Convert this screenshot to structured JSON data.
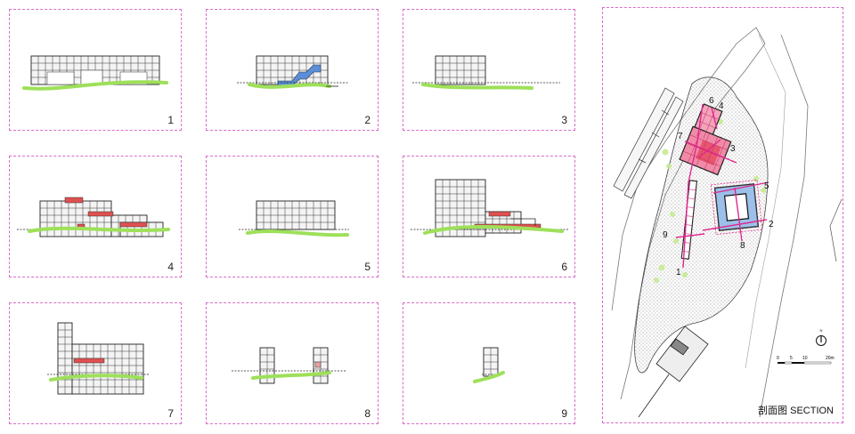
{
  "panels": [
    {
      "number": "1"
    },
    {
      "number": "2"
    },
    {
      "number": "3"
    },
    {
      "number": "4"
    },
    {
      "number": "5"
    },
    {
      "number": "6"
    },
    {
      "number": "7"
    },
    {
      "number": "8"
    },
    {
      "number": "9"
    }
  ],
  "site_plan": {
    "caption": "剖面图 SECTION",
    "north_label": "N",
    "scale_labels": [
      "0",
      "5",
      "10",
      "20m"
    ],
    "section_labels": [
      "6",
      "4",
      "7",
      "3",
      "5",
      "2",
      "8",
      "9",
      "1"
    ]
  },
  "colors": {
    "frame": "#d86cc8",
    "ground": "#9ee05a",
    "red_highlight": "#e05050",
    "blue_highlight": "#5a8ed8",
    "pink_building": "#f08aa8",
    "section_line": "#e0288c"
  }
}
